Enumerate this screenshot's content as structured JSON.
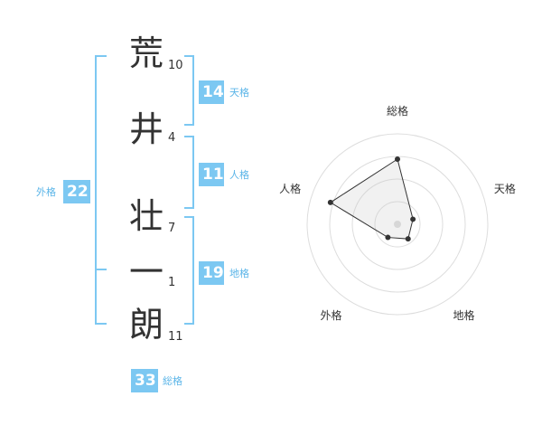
{
  "name": {
    "chars": [
      {
        "char": "荒",
        "strokes": "10"
      },
      {
        "char": "井",
        "strokes": "4"
      },
      {
        "char": "壮",
        "strokes": "7"
      },
      {
        "char": "一",
        "strokes": "1"
      },
      {
        "char": "朗",
        "strokes": "11"
      }
    ]
  },
  "kakusu": {
    "tenkaku": {
      "value": "14",
      "label": "天格"
    },
    "jinkaku": {
      "value": "11",
      "label": "人格"
    },
    "chikaku": {
      "value": "19",
      "label": "地格"
    },
    "gaikaku": {
      "value": "22",
      "label": "外格"
    },
    "soukaku": {
      "value": "33",
      "label": "総格"
    }
  },
  "colors": {
    "accent": "#7cc8f2",
    "text": "#333333",
    "caption": "#5bb5e8"
  },
  "chart_data": {
    "type": "radar",
    "axes": [
      "総格",
      "天格",
      "地格",
      "外格",
      "人格"
    ],
    "values": [
      0.72,
      0.18,
      0.2,
      0.18,
      0.78
    ],
    "range": [
      0,
      1
    ],
    "rings": 4
  }
}
